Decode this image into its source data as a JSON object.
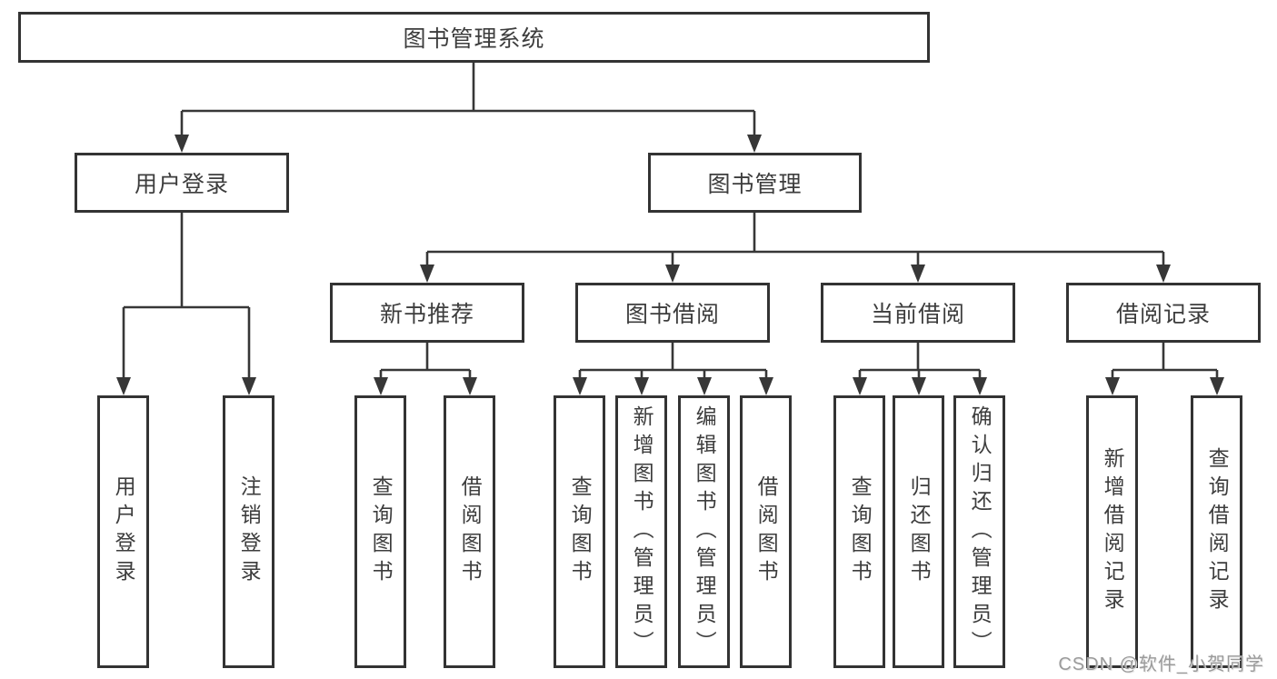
{
  "diagram": {
    "root": {
      "label": "图书管理系统",
      "children": [
        {
          "label": "用户登录",
          "children": [
            {
              "label": "用户登录"
            },
            {
              "label": "注销登录"
            }
          ]
        },
        {
          "label": "图书管理",
          "children": [
            {
              "label": "新书推荐",
              "children": [
                {
                  "label": "查询图书"
                },
                {
                  "label": "借阅图书"
                }
              ]
            },
            {
              "label": "图书借阅",
              "children": [
                {
                  "label": "查询图书"
                },
                {
                  "label": "新增图书（管理员）"
                },
                {
                  "label": "编辑图书（管理员）"
                },
                {
                  "label": "借阅图书"
                }
              ]
            },
            {
              "label": "当前借阅",
              "children": [
                {
                  "label": "查询图书"
                },
                {
                  "label": "归还图书"
                },
                {
                  "label": "确认归还（管理员）"
                }
              ]
            },
            {
              "label": "借阅记录",
              "children": [
                {
                  "label": "新增借阅记录"
                },
                {
                  "label": "查询借阅记录"
                }
              ]
            }
          ]
        }
      ]
    }
  },
  "watermark": {
    "text": "CSDN @软件_小贺同学"
  },
  "colors": {
    "line": "#373737",
    "border": "#333333",
    "text": "#3d3d3d",
    "watermark": "#9b9b9b",
    "background": "#ffffff"
  }
}
